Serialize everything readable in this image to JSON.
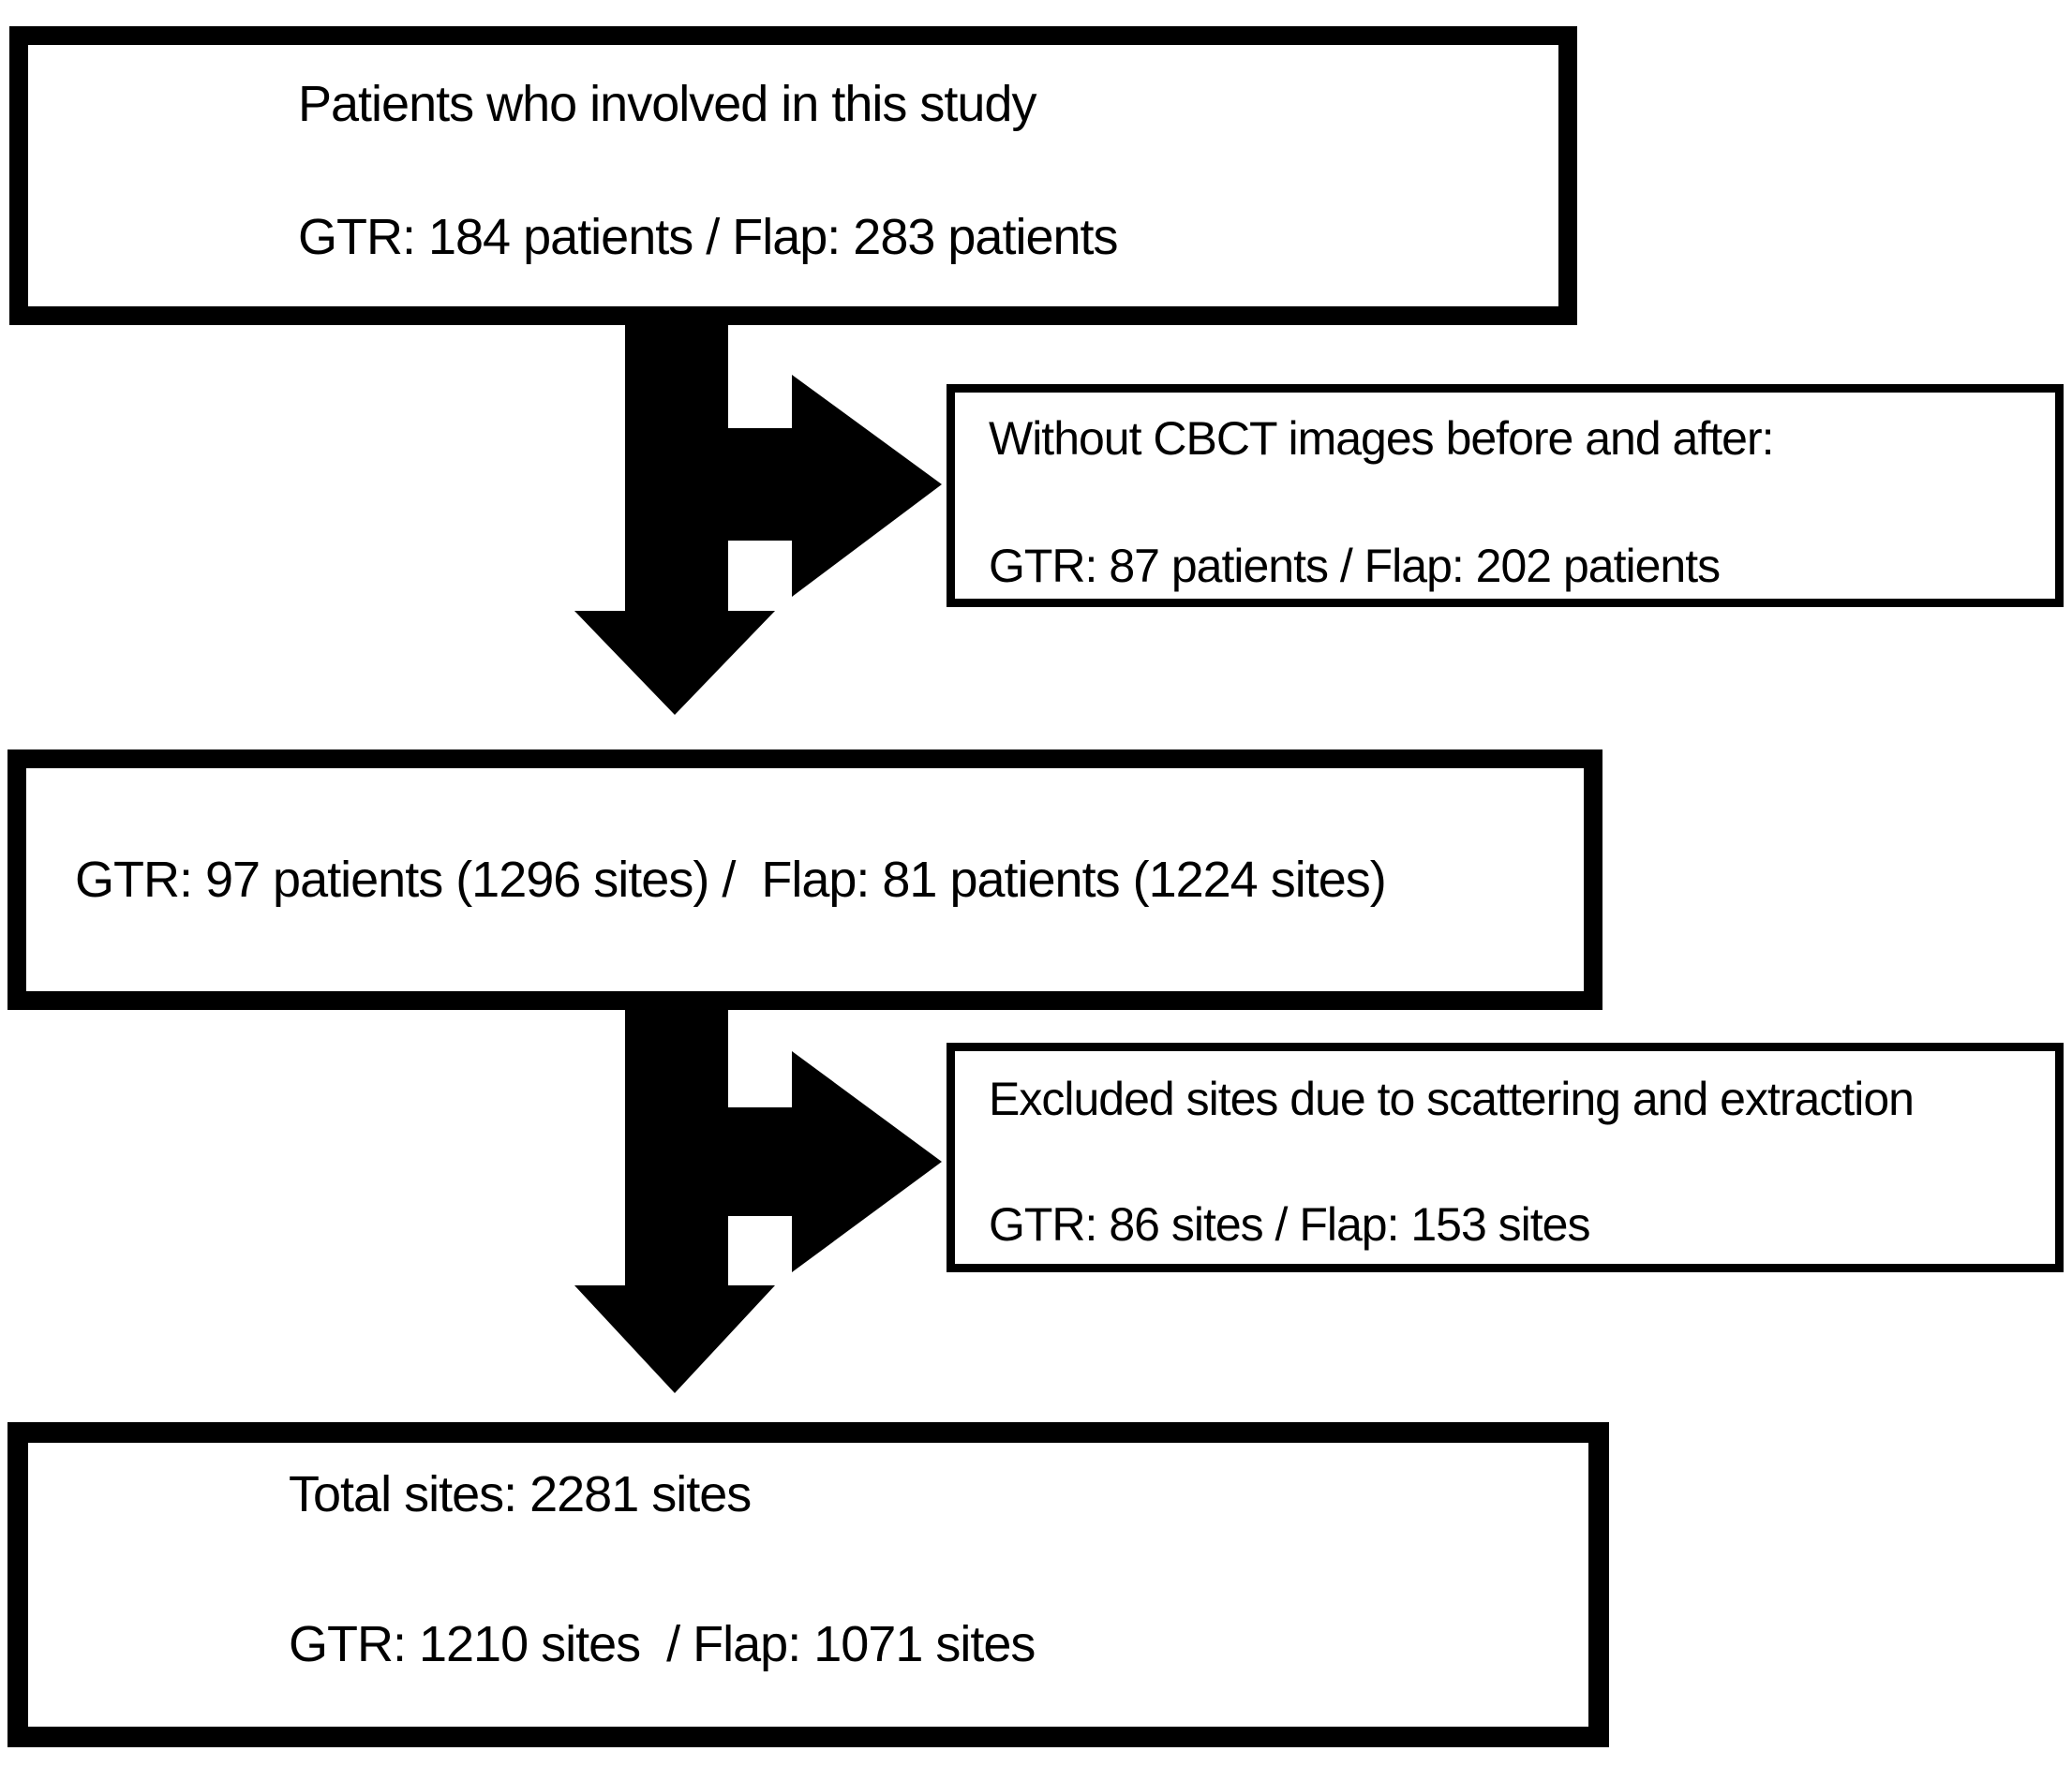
{
  "page": {
    "background": "#ffffff",
    "line_color": "#000000",
    "text_color": "#000000"
  },
  "flowchart": {
    "top_box": {
      "line1": "Patients who involved in this study",
      "line2": "GTR: 184 patients / Flap: 283 patients"
    },
    "excluded_no_cbct_box": {
      "line1": "Without CBCT images before and after:",
      "line2": "GTR: 87 patients / Flap: 202 patients"
    },
    "included_box": {
      "line1": "GTR: 97 patients (1296 sites) /  Flap: 81 patients (1224 sites)"
    },
    "excluded_sites_box": {
      "line1": "Excluded sites due to scattering and extraction",
      "line2": "GTR: 86 sites / Flap: 153 sites"
    },
    "total_box": {
      "line1": "Total sites: 2281 sites",
      "line2": "GTR: 1210 sites  / Flap: 1071 sites"
    }
  }
}
